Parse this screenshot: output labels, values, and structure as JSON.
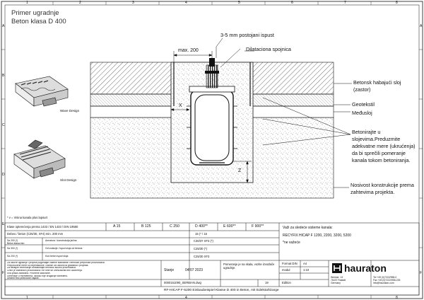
{
  "title": {
    "line1": "Primer ugradnje",
    "line2": "Beton klasa D 400"
  },
  "frame_marks": {
    "cols": [
      "1",
      "2",
      "3",
      "4",
      "5",
      "6",
      "7",
      "8"
    ],
    "rows": [
      "A",
      "B",
      "C",
      "D",
      "E",
      "F"
    ]
  },
  "dimensions": {
    "max": "max. 200",
    "x": "X",
    "z": "Z"
  },
  "callouts": {
    "joint": "3-5 mm postojani ispust",
    "expansion": "Dilataciona spojnica",
    "wear_layer": "Betonsk habajući sloj (zastor)",
    "geotextile": "Geotekstil",
    "interlayer": "Međusloj",
    "concrete_note": "Betonirajte u slojevima.Preduzmite adekvatne mere (ukrućenja) da bi sprečili pomeranje kanala tokom betoniranja.",
    "subbase": "Nosivost konstrukcije prema zahtevima projekta."
  },
  "products": {
    "wave": "Wave Design",
    "slot": "Slot Design"
  },
  "footnote": "* v = Visina kanala plus lapsurt",
  "load_table": {
    "row1_label": "Klase opterećenja prema 1433 / EN 1433 / DIN 19580",
    "classes": [
      "A 15",
      "B 125",
      "C 250",
      "D 400**",
      "E 600**",
      "F 900**"
    ],
    "row2_label": "Debeo / beton (C25/30, XF4) min. 200 mm",
    "row2_value": "15 (* / 15",
    "row3_label": "Sa 200 (*)",
    "row3_sub": "Beton klasa min:",
    "row3_mid": "Armatura / konstrukcija jačina",
    "row3_value": "C30/37 XF4 (*)",
    "row4_label": "Sa 300 (*)",
    "row4_mid": "Od izolacije / ispod sloja od betona",
    "row4_value": "C25/30 (*)",
    "row5_label": "Sa 200 (*)",
    "row5_mid": "Kod beton ispod sloja",
    "row5_value": "C25/30 XF3"
  },
  "applies": {
    "line1": "Važi za sledeće sisteme kanala:",
    "line2": "RECYFIX HICAP F 1200, 2200, 3200, 5200",
    "line3": "*ne važeće"
  },
  "notes": [
    "Za uslove ugradnje i propise pogledajte važeće standarde i tehničke preporuke proizvođača.",
    "Preporučene mere su orijentacione i zavise od uslova na gradilištu i projekta.",
    "Za detaljne informacije kontaktirajte tehničku službu proizvođača.",
    "Crtež je vlasništvo proizvođača i ne sme se umnožavati bez odobrenja.",
    "Sva prava zadržana. Promene zadržane.",
    "Dimenzije u milimetrima, ukoliko nije drugačije navedeno.",
    "Izmene bez prethodne najave."
  ],
  "drawing_info": {
    "number": "0000151090_SERBIAN.dwg",
    "revision": "19",
    "note": "Pomeranje je na skala, vozite izvođače ugradnje.",
    "stand_label": "Stanje",
    "stand_date": "04/07 2023",
    "caption": "RF-HICAP F-5200 Einbaubeispiel Klasse D 400 in Beton, mit Edelstahlzarge",
    "edition_label": "Edition",
    "format_label": "Format DIN",
    "format_value": "A4",
    "modul_label": "modul",
    "modul_value": "1:10"
  },
  "company": {
    "name": "hauraton",
    "address1": "Werkstr. 13",
    "address2": "76437 Rastatt",
    "address3": "Germany",
    "tel": "Tel +49 (0)7222/958-0",
    "fax": "Fax +49 (0)7222/958-226",
    "mail": "info@hauraton.com"
  },
  "colors": {
    "line": "#111111",
    "hatch": "#222222",
    "logo_bg": "#111111"
  }
}
